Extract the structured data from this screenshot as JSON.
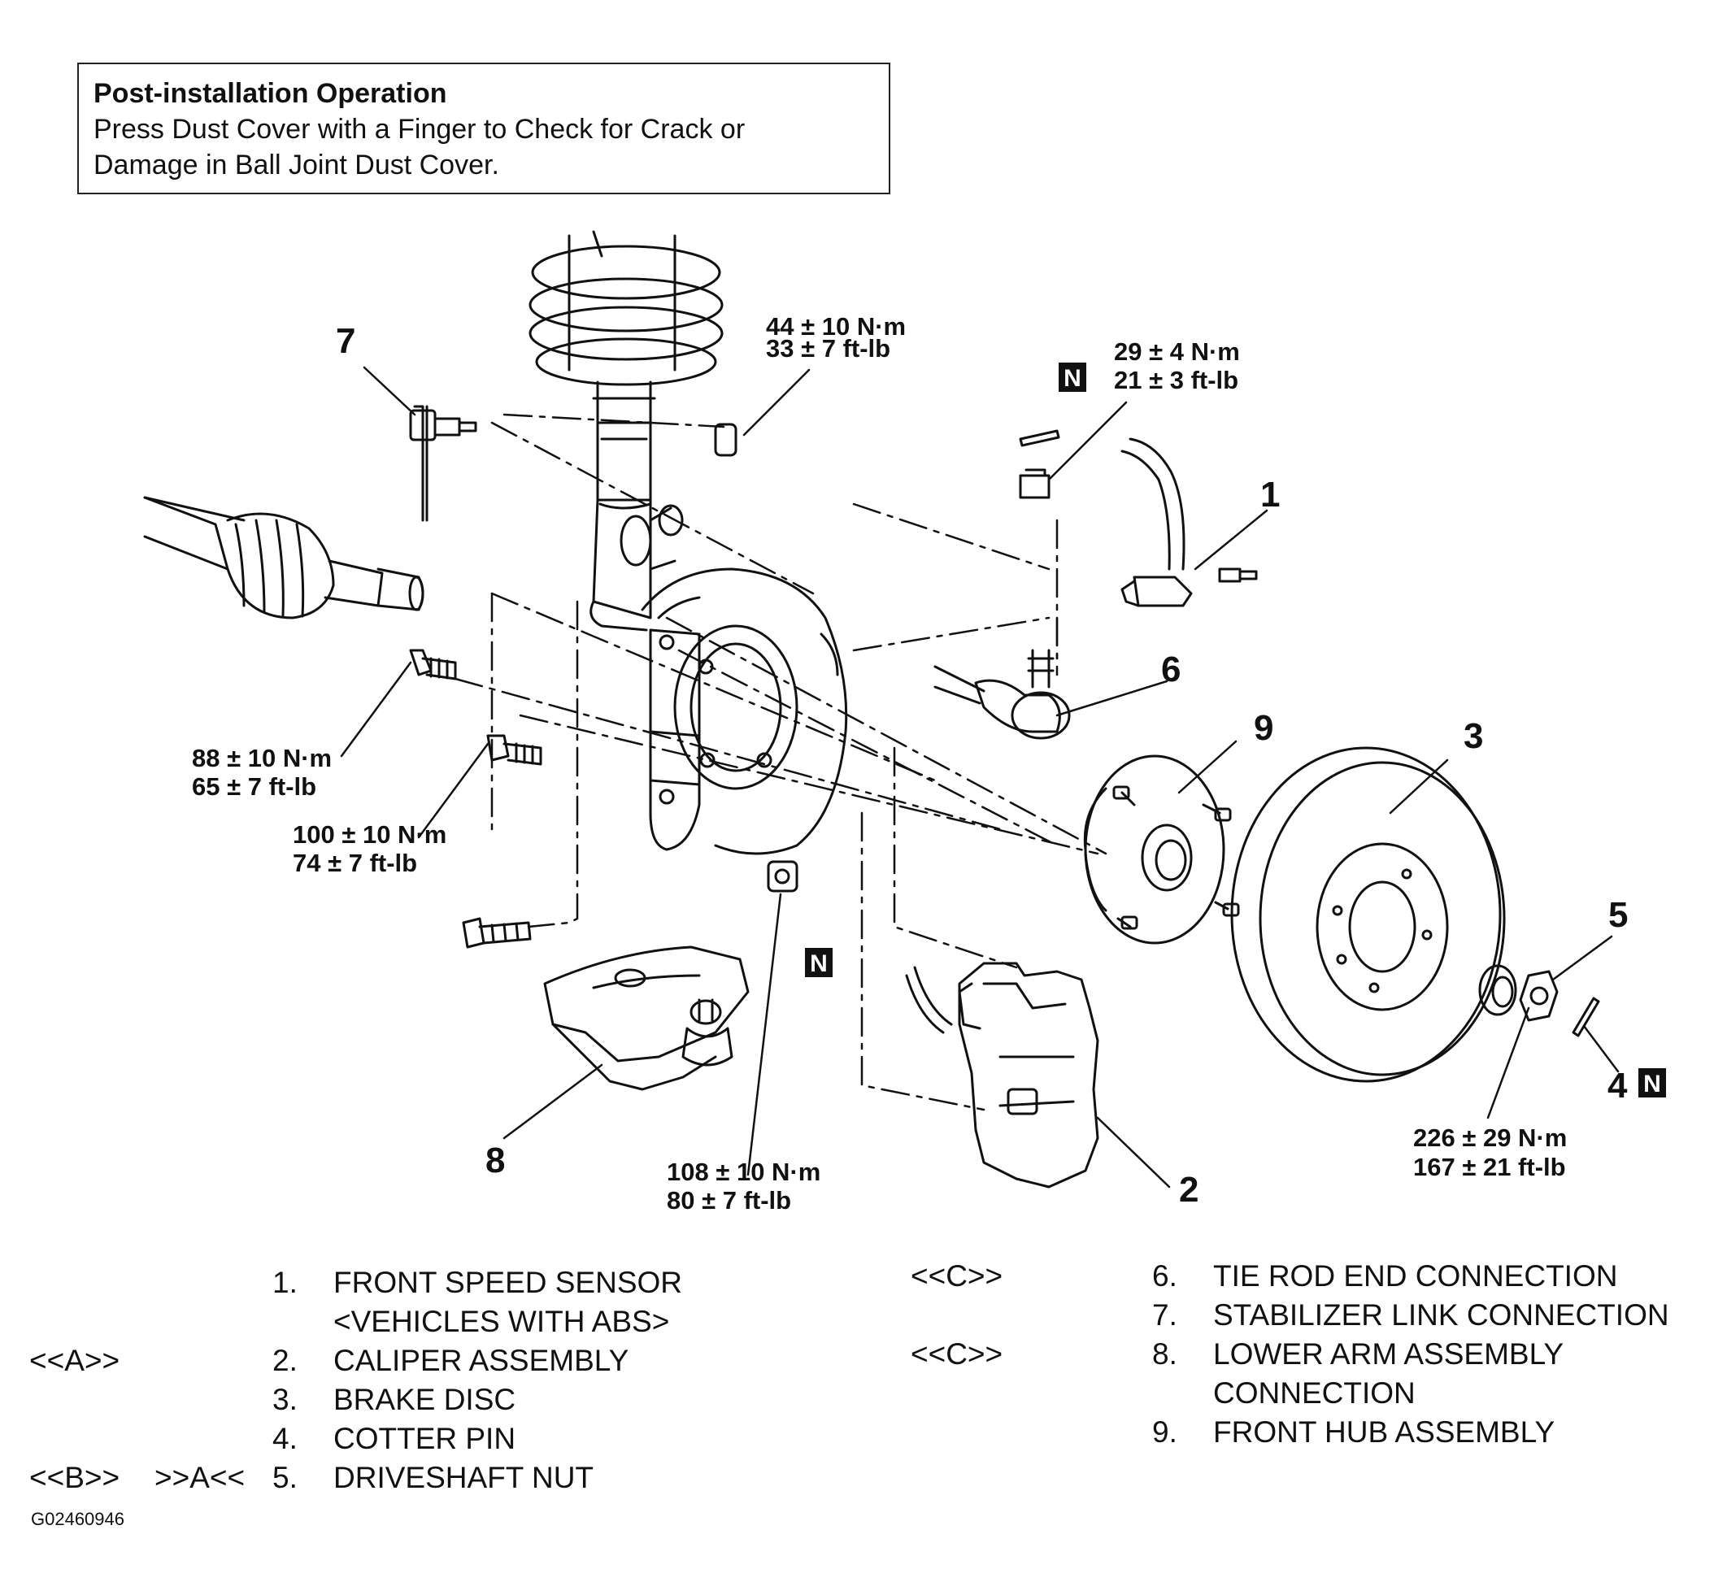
{
  "note": {
    "title": "Post-installation Operation",
    "lines": [
      "Press Dust Cover with a Finger to Check for Crack or",
      "Damage in Ball Joint Dust Cover."
    ]
  },
  "callouts": {
    "c1": "1",
    "c2": "2",
    "c3": "3",
    "c4": "4",
    "c5": "5",
    "c6": "6",
    "c7": "7",
    "c8": "8",
    "c9": "9"
  },
  "new_part_marker": "N",
  "torques": {
    "stabilizer_nut": [
      "44 ± 10 N·m",
      "33 ± 7 ft-lb"
    ],
    "tie_rod_nut": [
      "29 ± 4 N·m",
      "21 ± 3 ft-lb"
    ],
    "strut_bolt_upper": [
      "88 ± 10 N·m",
      "65 ± 7 ft-lb"
    ],
    "strut_bolt_lower": [
      "100 ± 10 N·m",
      "74 ± 7 ft-lb"
    ],
    "lower_arm_nut": [
      "108 ± 10 N·m",
      "80 ± 7 ft-lb"
    ],
    "driveshaft_nut": [
      "226 ± 29 N·m",
      "167 ± 21 ft-lb"
    ]
  },
  "legend": {
    "left": [
      {
        "tag": "",
        "tag2": "",
        "num": "1.",
        "text": "FRONT SPEED SENSOR",
        "text2": "<VEHICLES WITH ABS>"
      },
      {
        "tag": "<<A>>",
        "tag2": "",
        "num": "2.",
        "text": "CALIPER ASSEMBLY",
        "text2": ""
      },
      {
        "tag": "",
        "tag2": "",
        "num": "3.",
        "text": "BRAKE DISC",
        "text2": ""
      },
      {
        "tag": "",
        "tag2": "",
        "num": "4.",
        "text": "COTTER PIN",
        "text2": ""
      },
      {
        "tag": "<<B>>",
        "tag2": ">>A<<",
        "num": "5.",
        "text": "DRIVESHAFT NUT",
        "text2": ""
      }
    ],
    "right": [
      {
        "tag": "<<C>>",
        "num": "6.",
        "text": "TIE ROD END CONNECTION",
        "text2": ""
      },
      {
        "tag": "",
        "num": "7.",
        "text": "STABILIZER LINK CONNECTION",
        "text2": ""
      },
      {
        "tag": "<<C>>",
        "num": "8.",
        "text": "LOWER ARM ASSEMBLY",
        "text2": "CONNECTION"
      },
      {
        "tag": "",
        "num": "9.",
        "text": "FRONT HUB ASSEMBLY",
        "text2": ""
      }
    ]
  },
  "image_id": "G02460946"
}
